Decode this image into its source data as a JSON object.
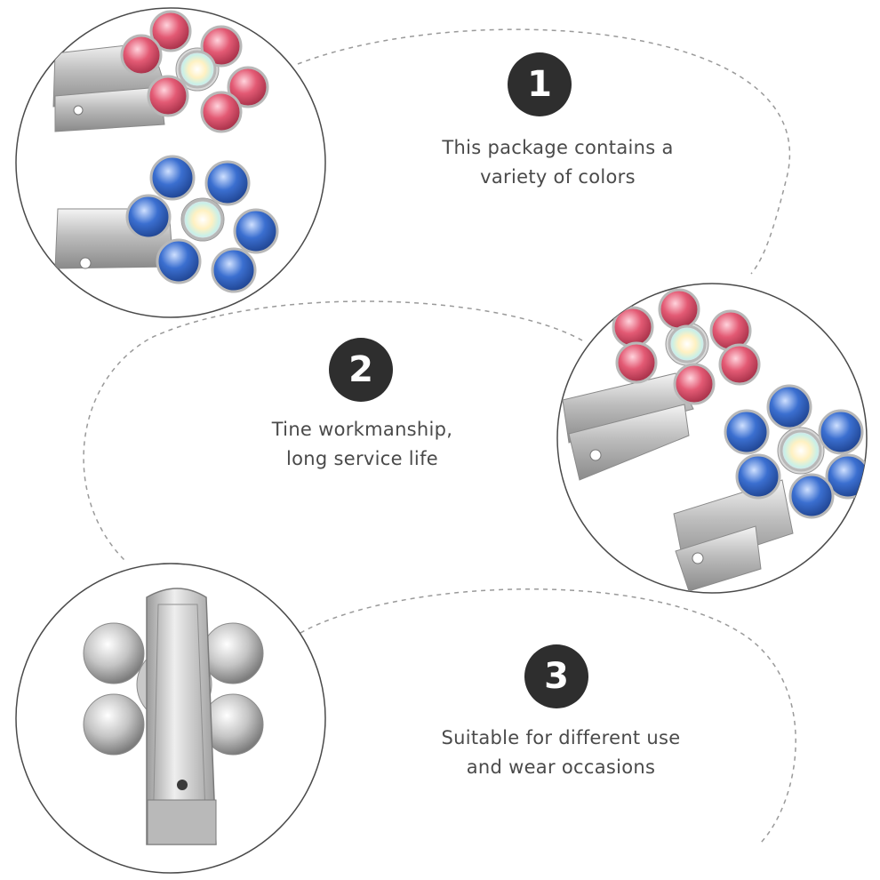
{
  "features": [
    {
      "number": "1",
      "lines": [
        "This package contains a",
        "variety of colors"
      ]
    },
    {
      "number": "2",
      "lines": [
        "Tine workmanship,",
        "long service life"
      ]
    },
    {
      "number": "3",
      "lines": [
        "Suitable for different use",
        "and wear occasions"
      ]
    }
  ],
  "colors": {
    "badge": "#2e2e2e",
    "text": "#4a4a4a",
    "pink_crystal": "#e35a74",
    "blue_crystal": "#3b6fd0",
    "silver": "#c8c8c8"
  },
  "icons": [
    "pink-flower-clip-image",
    "blue-flower-clip-image",
    "clip-back-image"
  ]
}
